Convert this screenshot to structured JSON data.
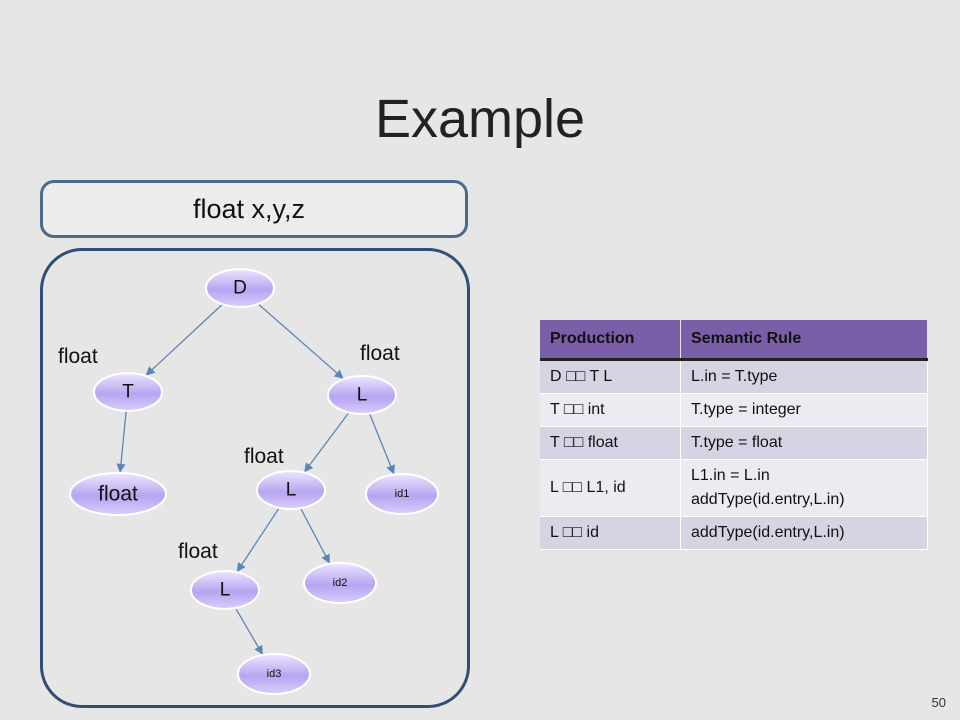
{
  "slide": {
    "title": "Example",
    "input_code": "float x,y,z",
    "page_number": "50"
  },
  "tree": {
    "nodes": [
      {
        "id": "D",
        "label": "D",
        "size": "medium"
      },
      {
        "id": "T",
        "label": "T",
        "size": "medium"
      },
      {
        "id": "L_top",
        "label": "L",
        "size": "medium"
      },
      {
        "id": "float_leaf",
        "label": "float",
        "size": "large"
      },
      {
        "id": "L_mid",
        "label": "L",
        "size": "medium"
      },
      {
        "id": "id1",
        "label": "id1",
        "size": "small"
      },
      {
        "id": "L_bot",
        "label": "L",
        "size": "medium"
      },
      {
        "id": "id2",
        "label": "id2",
        "size": "small"
      },
      {
        "id": "id3",
        "label": "id3",
        "size": "small"
      }
    ],
    "edges": [
      {
        "from": "D",
        "to": "T"
      },
      {
        "from": "D",
        "to": "L_top"
      },
      {
        "from": "T",
        "to": "float_leaf"
      },
      {
        "from": "L_top",
        "to": "L_mid"
      },
      {
        "from": "L_top",
        "to": "id1"
      },
      {
        "from": "L_mid",
        "to": "L_bot"
      },
      {
        "from": "L_mid",
        "to": "id2"
      },
      {
        "from": "L_bot",
        "to": "id3"
      }
    ],
    "annotations": [
      {
        "node": "T",
        "text": "float"
      },
      {
        "node": "L_top",
        "text": "float"
      },
      {
        "node": "L_mid",
        "text": "float"
      },
      {
        "node": "L_bot",
        "text": "float"
      }
    ]
  },
  "table": {
    "headers": [
      "Production",
      "Semantic Rule"
    ],
    "rows": [
      {
        "production": "D □□ T L",
        "rule": "L.in = T.type"
      },
      {
        "production": "T □□ int",
        "rule": "T.type = integer"
      },
      {
        "production": "T □□ float",
        "rule": "T.type = float"
      },
      {
        "production": "L □□ L1, id",
        "rule": "L1.in = L.in\naddType(id.entry,L.in)"
      },
      {
        "production": "L □□ id",
        "rule": "addType(id.entry,L.in)"
      }
    ]
  }
}
